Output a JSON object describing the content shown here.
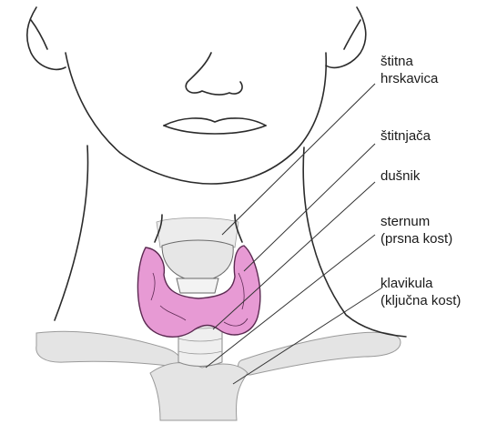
{
  "labels": {
    "thyroid_cartilage": [
      "štitna",
      "hrskavica"
    ],
    "thyroid_gland": [
      "štitnjača"
    ],
    "trachea": [
      "dušnik"
    ],
    "sternum": [
      "sternum",
      "(prsna kost)"
    ],
    "clavicle": [
      "klavikula",
      "(ključna kost)"
    ]
  },
  "colors": {
    "thyroid": "#e79ad4",
    "bone": "#e4e4e4",
    "outline": "#2b2b2b",
    "leader_line": "#333333"
  }
}
